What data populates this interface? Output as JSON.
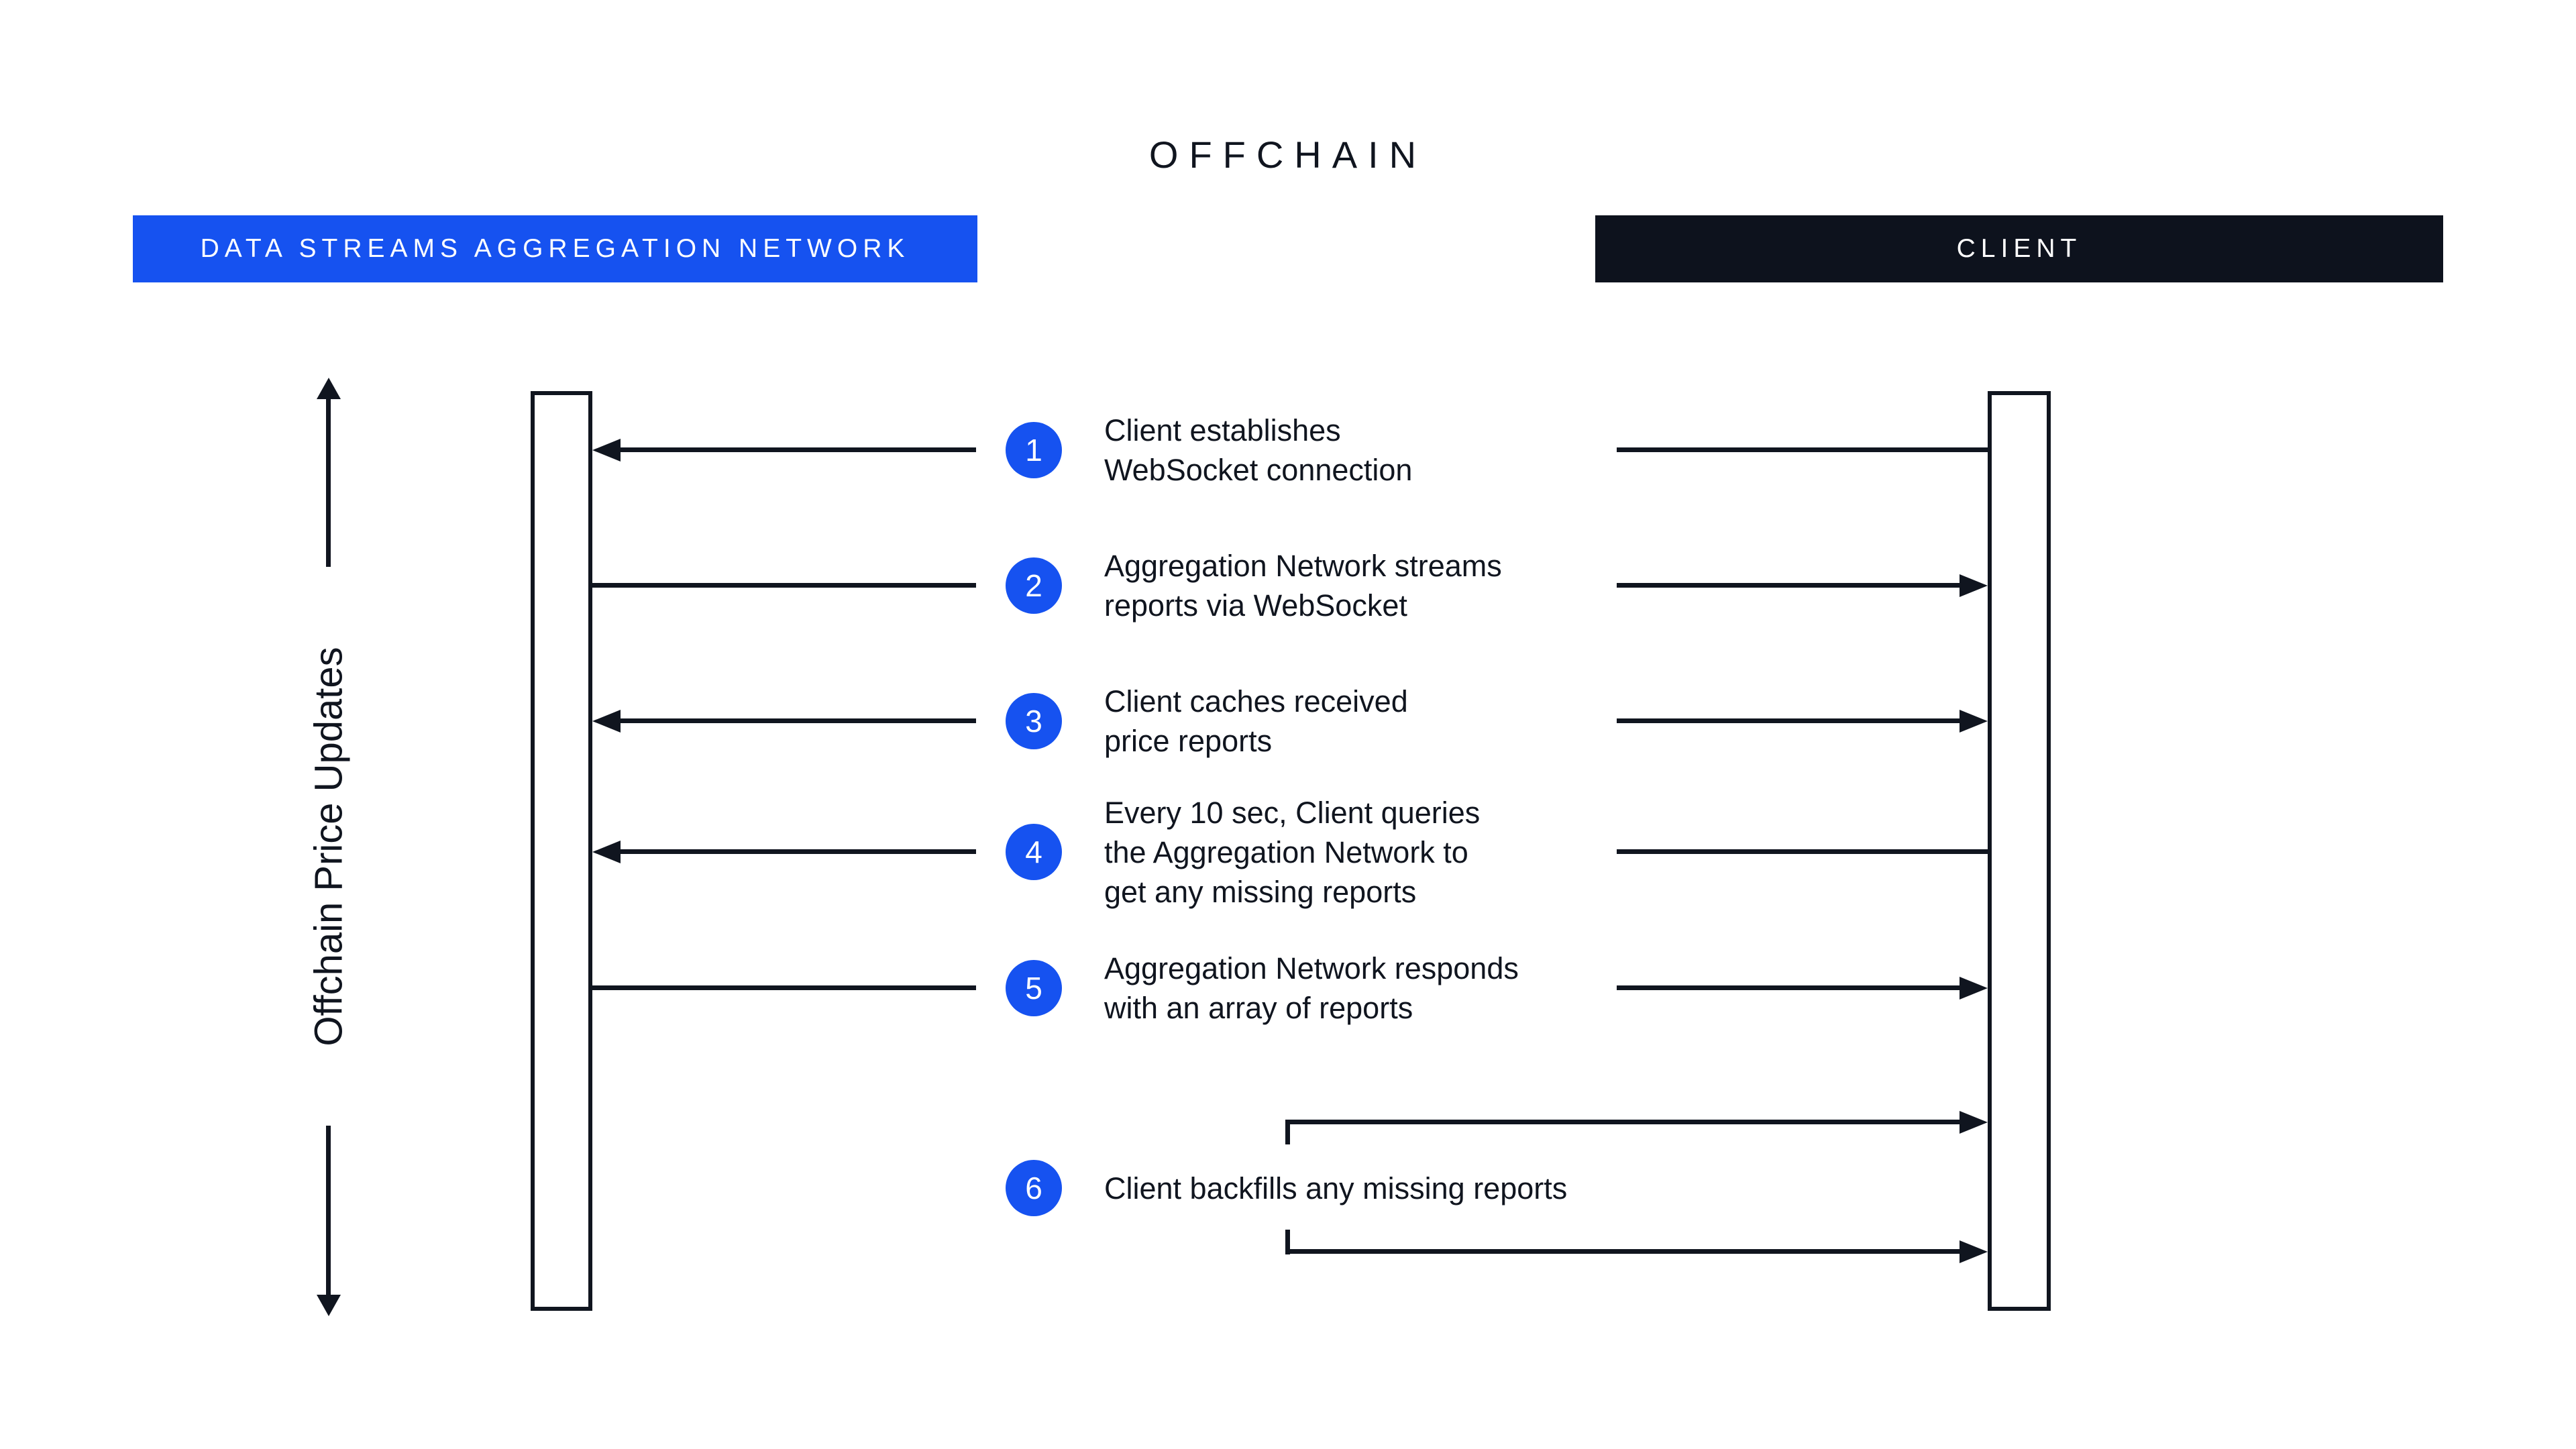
{
  "title": "OFFCHAIN",
  "colors": {
    "accent_blue": "#1652F0",
    "header_dark": "#0D121D",
    "ink": "#10151F"
  },
  "actors": {
    "network": {
      "label": "DATA STREAMS AGGREGATION NETWORK"
    },
    "client": {
      "label": "CLIENT"
    }
  },
  "side_axis": {
    "label": "Offchain Price Updates"
  },
  "steps": [
    {
      "num": "1",
      "lines": [
        "Client establishes",
        "WebSocket connection"
      ]
    },
    {
      "num": "2",
      "lines": [
        "Aggregation Network streams",
        "reports via WebSocket"
      ]
    },
    {
      "num": "3",
      "lines": [
        "Client caches received",
        "price reports"
      ]
    },
    {
      "num": "4",
      "lines": [
        "Every 10 sec, Client queries",
        "the Aggregation Network to",
        "get any missing reports"
      ]
    },
    {
      "num": "5",
      "lines": [
        "Aggregation Network responds",
        "with an array of reports"
      ]
    },
    {
      "num": "6",
      "lines": [
        "Client backfills any missing reports"
      ]
    }
  ]
}
